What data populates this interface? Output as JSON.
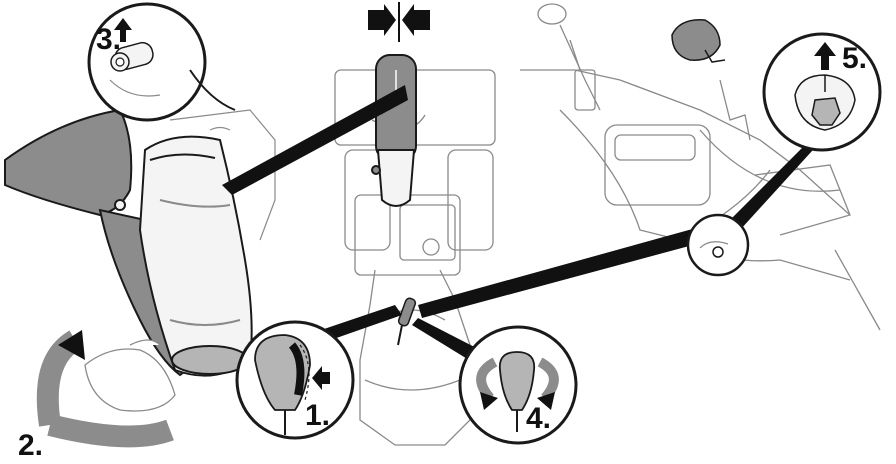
{
  "colors": {
    "line": "#1a1a1a",
    "light_line": "#8a8a8a",
    "gray_fill": "#8c8c8c",
    "mid_gray": "#b5b5b5",
    "light_fill": "#f4f4f4",
    "arrow": "#111111"
  },
  "steps": {
    "s1": "1.",
    "s2": "2.",
    "s3": "3.",
    "s4": "4.",
    "s5": "5."
  },
  "icons": [
    "press-inward-arrows-icon",
    "up-arrow-icon",
    "rotate-arrows-icon",
    "push-arrow-icon",
    "curved-arrow-icon"
  ]
}
